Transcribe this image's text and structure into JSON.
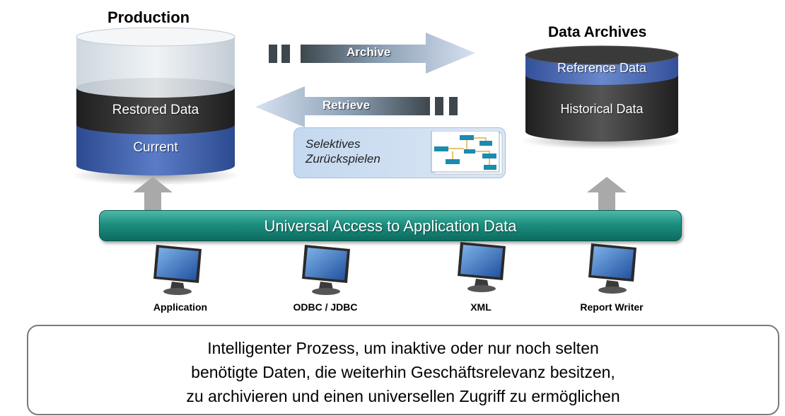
{
  "production": {
    "title": "Production",
    "segments": {
      "restored": "Restored Data",
      "current": "Current"
    }
  },
  "archives": {
    "title": "Data Archives",
    "segments": {
      "reference": "Reference Data",
      "historical": "Historical Data"
    }
  },
  "arrows": {
    "archive": "Archive",
    "retrieve": "Retrieve"
  },
  "selective": {
    "line1": "Selektives",
    "line2": "Zurückspielen"
  },
  "access_bar": {
    "label": "Universal Access to Application Data"
  },
  "clients": [
    {
      "label": "Application",
      "icon": "monitor-icon"
    },
    {
      "label": "ODBC / JDBC",
      "icon": "monitor-icon"
    },
    {
      "label": "XML",
      "icon": "monitor-icon"
    },
    {
      "label": "Report Writer",
      "icon": "monitor-icon"
    }
  ],
  "description": {
    "line1": "Intelligenter Prozess, um inaktive oder nur noch selten",
    "line2": "benötigte Daten, die weiterhin Geschäftsrelevanz besitzen,",
    "line3": "zu archivieren und einen universellen Zugriff zu ermöglichen"
  },
  "colors": {
    "current": "#3f5fae",
    "restored": "#2e2e2e",
    "reference": "#4868b0",
    "historical": "#3a3a3a",
    "bar": "#1c8e7f",
    "arrow_light": "#cfdbef",
    "arrow_dark": "#3d474d"
  }
}
